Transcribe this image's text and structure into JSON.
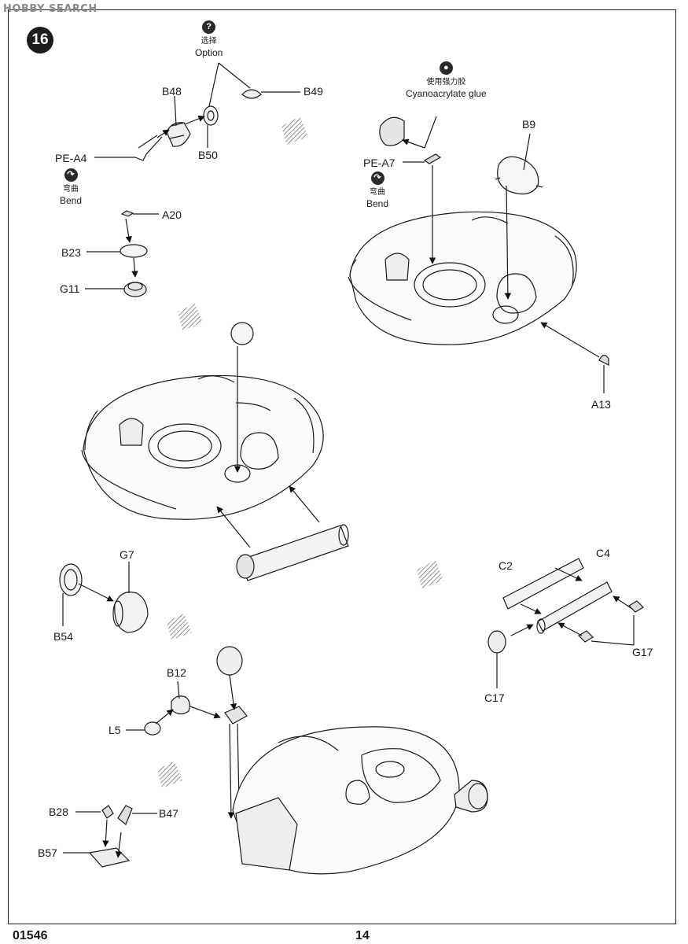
{
  "watermark": "HOBBY SEARCH",
  "step_number": "16",
  "notes": {
    "option": {
      "cn": "选择",
      "en": "Option"
    },
    "glue": {
      "cn": "使用强力胶",
      "en": "Cyanoacrylate glue"
    },
    "bend_a4": {
      "cn": "弯曲",
      "en": "Bend"
    },
    "bend_a7": {
      "cn": "弯曲",
      "en": "Bend"
    }
  },
  "parts": {
    "b48": "B48",
    "b49": "B49",
    "b50": "B50",
    "pe_a4": "PE-A4",
    "a20": "A20",
    "b23": "B23",
    "g11": "G11",
    "b9": "B9",
    "pe_a7": "PE-A7",
    "a13": "A13",
    "g7": "G7",
    "b54": "B54",
    "c2": "C2",
    "c4": "C4",
    "g17": "G17",
    "c17": "C17",
    "b12": "B12",
    "l5": "L5",
    "b28": "B28",
    "b47": "B47",
    "b57": "B57"
  },
  "footer": {
    "code": "01546",
    "page": "14"
  }
}
